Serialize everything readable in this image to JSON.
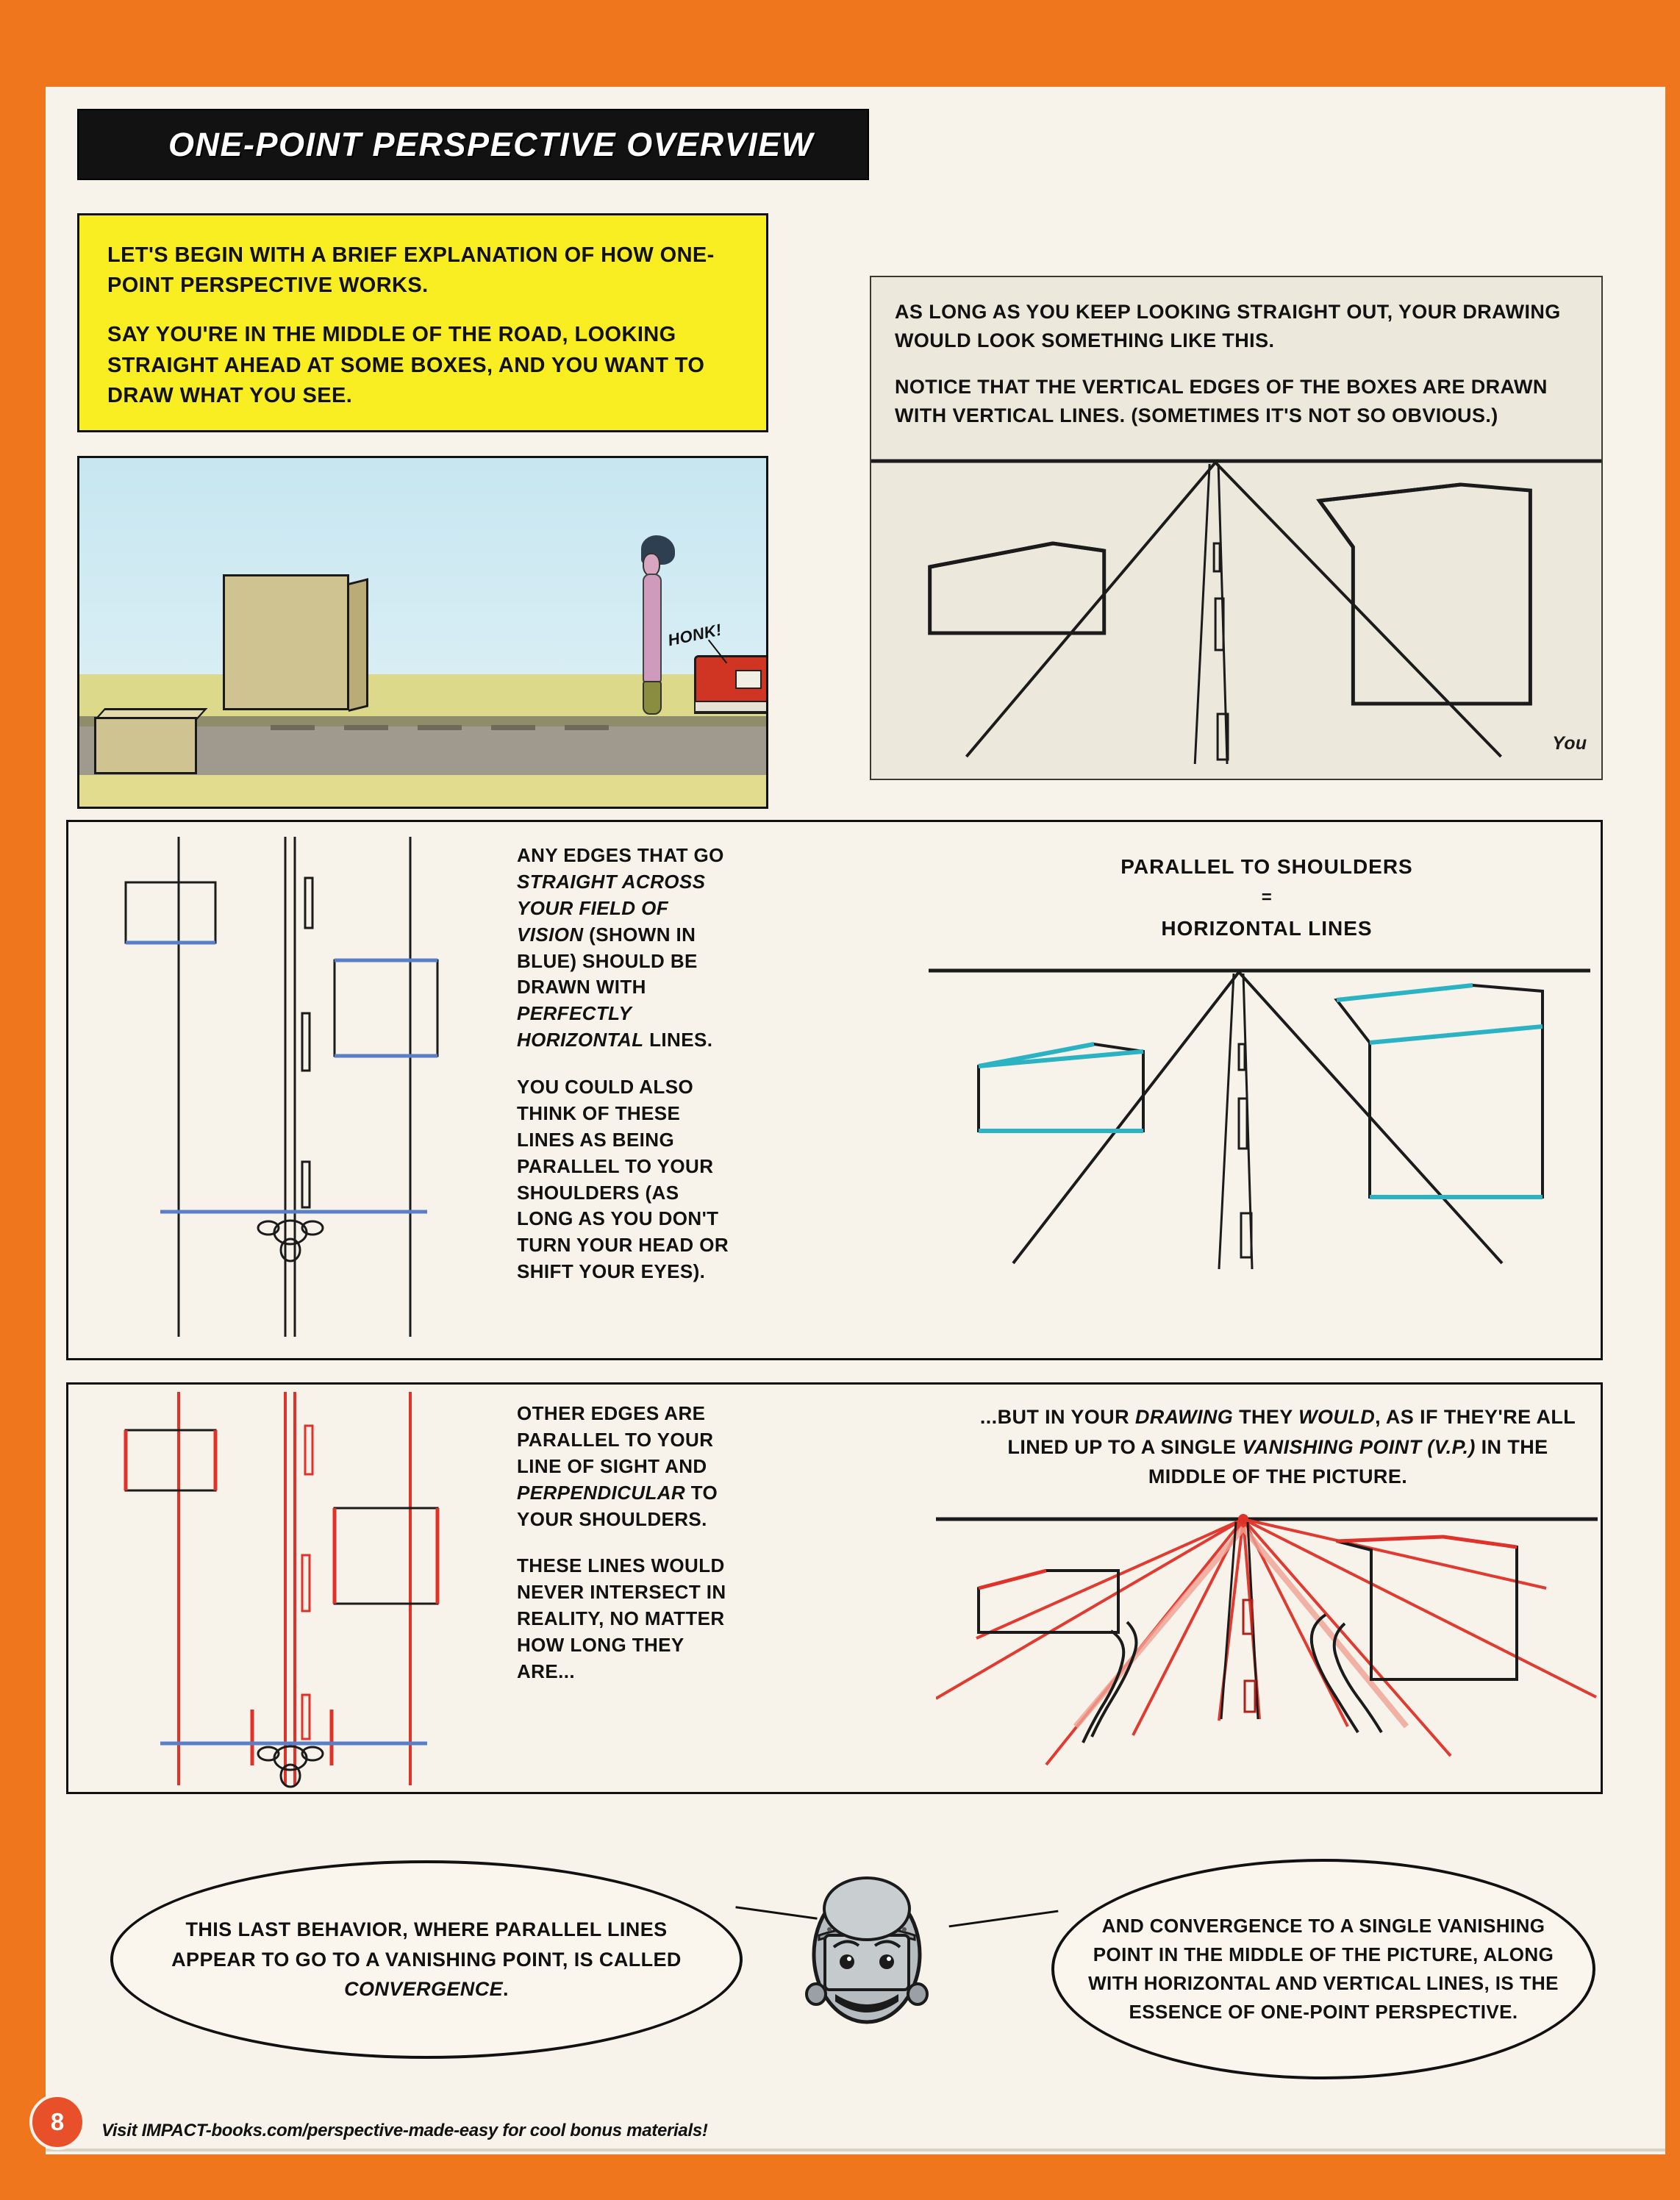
{
  "title": "ONE-POINT PERSPECTIVE OVERVIEW",
  "colors": {
    "orange_border": "#f0761e",
    "yellow_box": "#f9ee21",
    "paper": "#f7f3ea",
    "horizontal_highlight": "#2bb3c4",
    "convergence_red": "#e03228",
    "blue_line": "#5b7fc7"
  },
  "intro": {
    "p1": "LET'S BEGIN WITH A BRIEF EXPLANATION OF HOW ONE-POINT PERSPECTIVE WORKS.",
    "p2": "SAY YOU'RE IN THE MIDDLE OF THE ROAD, LOOKING STRAIGHT AHEAD AT SOME BOXES, AND YOU WANT TO DRAW WHAT YOU SEE."
  },
  "street_panel": {
    "sound_effect": "HONK!"
  },
  "topright_panel": {
    "p1": "AS LONG AS YOU KEEP LOOKING STRAIGHT OUT, YOUR DRAWING WOULD LOOK SOMETHING LIKE THIS.",
    "p2": "NOTICE THAT THE VERTICAL EDGES OF THE BOXES ARE DRAWN WITH VERTICAL LINES. (SOMETIMES IT'S NOT SO OBVIOUS.)",
    "viewer_label": "You"
  },
  "mid_panel": {
    "text_p1_a": "ANY EDGES THAT GO ",
    "text_p1_b": "STRAIGHT ACROSS YOUR FIELD OF VISION",
    "text_p1_c": " (SHOWN IN BLUE) SHOULD BE DRAWN WITH ",
    "text_p1_d": "PERFECTLY HORIZONTAL",
    "text_p1_e": " LINES.",
    "text_p2": "YOU COULD ALSO THINK OF THESE LINES AS BEING PARALLEL TO YOUR SHOULDERS (AS LONG AS YOU DON'T TURN YOUR HEAD OR SHIFT YOUR EYES).",
    "heading_line1": "PARALLEL TO SHOULDERS",
    "heading_equals": "=",
    "heading_line2": "HORIZONTAL LINES"
  },
  "bot_panel": {
    "text_p1_a": "OTHER EDGES ARE PARALLEL TO YOUR LINE OF SIGHT AND ",
    "text_p1_b": "PERPENDICULAR",
    "text_p1_c": " TO YOUR SHOULDERS.",
    "text_p2": "THESE LINES WOULD NEVER INTERSECT IN REALITY, NO MATTER HOW LONG THEY ARE...",
    "heading_a": "...BUT IN YOUR ",
    "heading_b": "DRAWING",
    "heading_c": " THEY ",
    "heading_d": "WOULD",
    "heading_e": ", AS IF THEY'RE ALL LINED UP TO A SINGLE ",
    "heading_f": "VANISHING POINT (V.P.)",
    "heading_g": " IN THE MIDDLE OF THE PICTURE."
  },
  "balloons": {
    "left_a": "THIS LAST BEHAVIOR, WHERE PARALLEL LINES APPEAR TO GO TO A VANISHING POINT, IS CALLED ",
    "left_b": "CONVERGENCE",
    "left_c": ".",
    "right": "AND CONVERGENCE TO A SINGLE VANISHING POINT IN THE MIDDLE OF THE PICTURE, ALONG WITH HORIZONTAL AND VERTICAL LINES, IS THE ESSENCE OF ONE-POINT PERSPECTIVE."
  },
  "footer": {
    "page_number": "8",
    "promo": "Visit IMPACT-books.com/perspective-made-easy for cool bonus materials!"
  }
}
